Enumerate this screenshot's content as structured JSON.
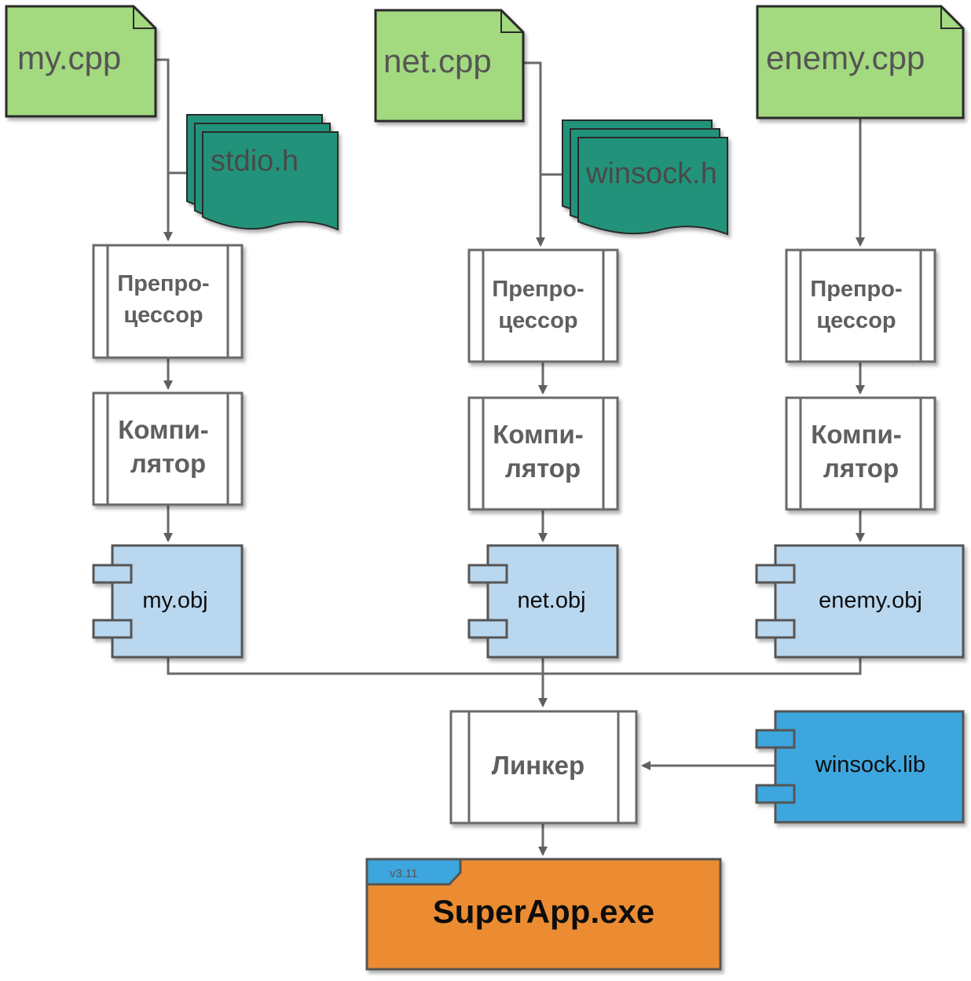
{
  "sources": [
    {
      "label": "my.cpp"
    },
    {
      "label": "net.cpp"
    },
    {
      "label": "enemy.cpp"
    }
  ],
  "headers": [
    {
      "label": "stdio.h"
    },
    {
      "label": "winsock.h"
    }
  ],
  "preprocessor": {
    "line1": "Препро-",
    "line2": "цессор"
  },
  "compiler": {
    "line1": "Компи-",
    "line2": "лятор"
  },
  "objects": [
    {
      "label": "my.obj"
    },
    {
      "label": "net.obj"
    },
    {
      "label": "enemy.obj"
    }
  ],
  "linker": {
    "label": "Линкер"
  },
  "library": {
    "label": "winsock.lib"
  },
  "executable": {
    "label": "SuperApp.exe",
    "version": "v3.11"
  },
  "colors": {
    "source_fill": "#a3d97f",
    "header_fill": "#24937a",
    "object_fill": "#b9d7ef",
    "library_fill": "#3ea6de",
    "exe_fill": "#ec8c30",
    "exe_tab_fill": "#3ea6de",
    "stroke": "#555555"
  }
}
